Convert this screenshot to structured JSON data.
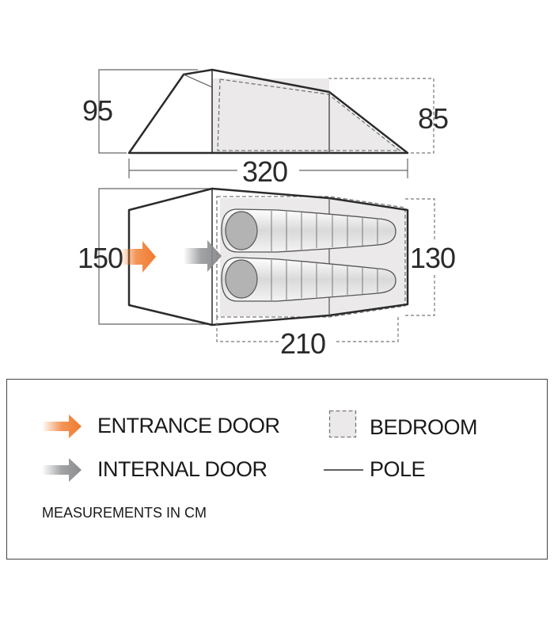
{
  "dimensions": {
    "side_height_front": "95",
    "side_height_rear": "85",
    "total_length": "320",
    "total_width": "150",
    "bedroom_width": "130",
    "bedroom_length": "210"
  },
  "legend": {
    "entrance_door": "ENTRANCE DOOR",
    "internal_door": "INTERNAL DOOR",
    "bedroom": "BEDROOM",
    "pole": "POLE",
    "note": "MEASUREMENTS IN CM"
  },
  "colors": {
    "entrance_arrow": "#f07a2e",
    "internal_arrow": "#8a8c8f",
    "bedroom_fill": "#ebe9ea",
    "outline": "#2b2b2b",
    "dimension_line": "#666666"
  },
  "icons": {
    "entrance": "orange-arrow-icon",
    "internal": "grey-arrow-icon",
    "bedroom": "dashed-square-icon",
    "pole": "line-icon"
  }
}
